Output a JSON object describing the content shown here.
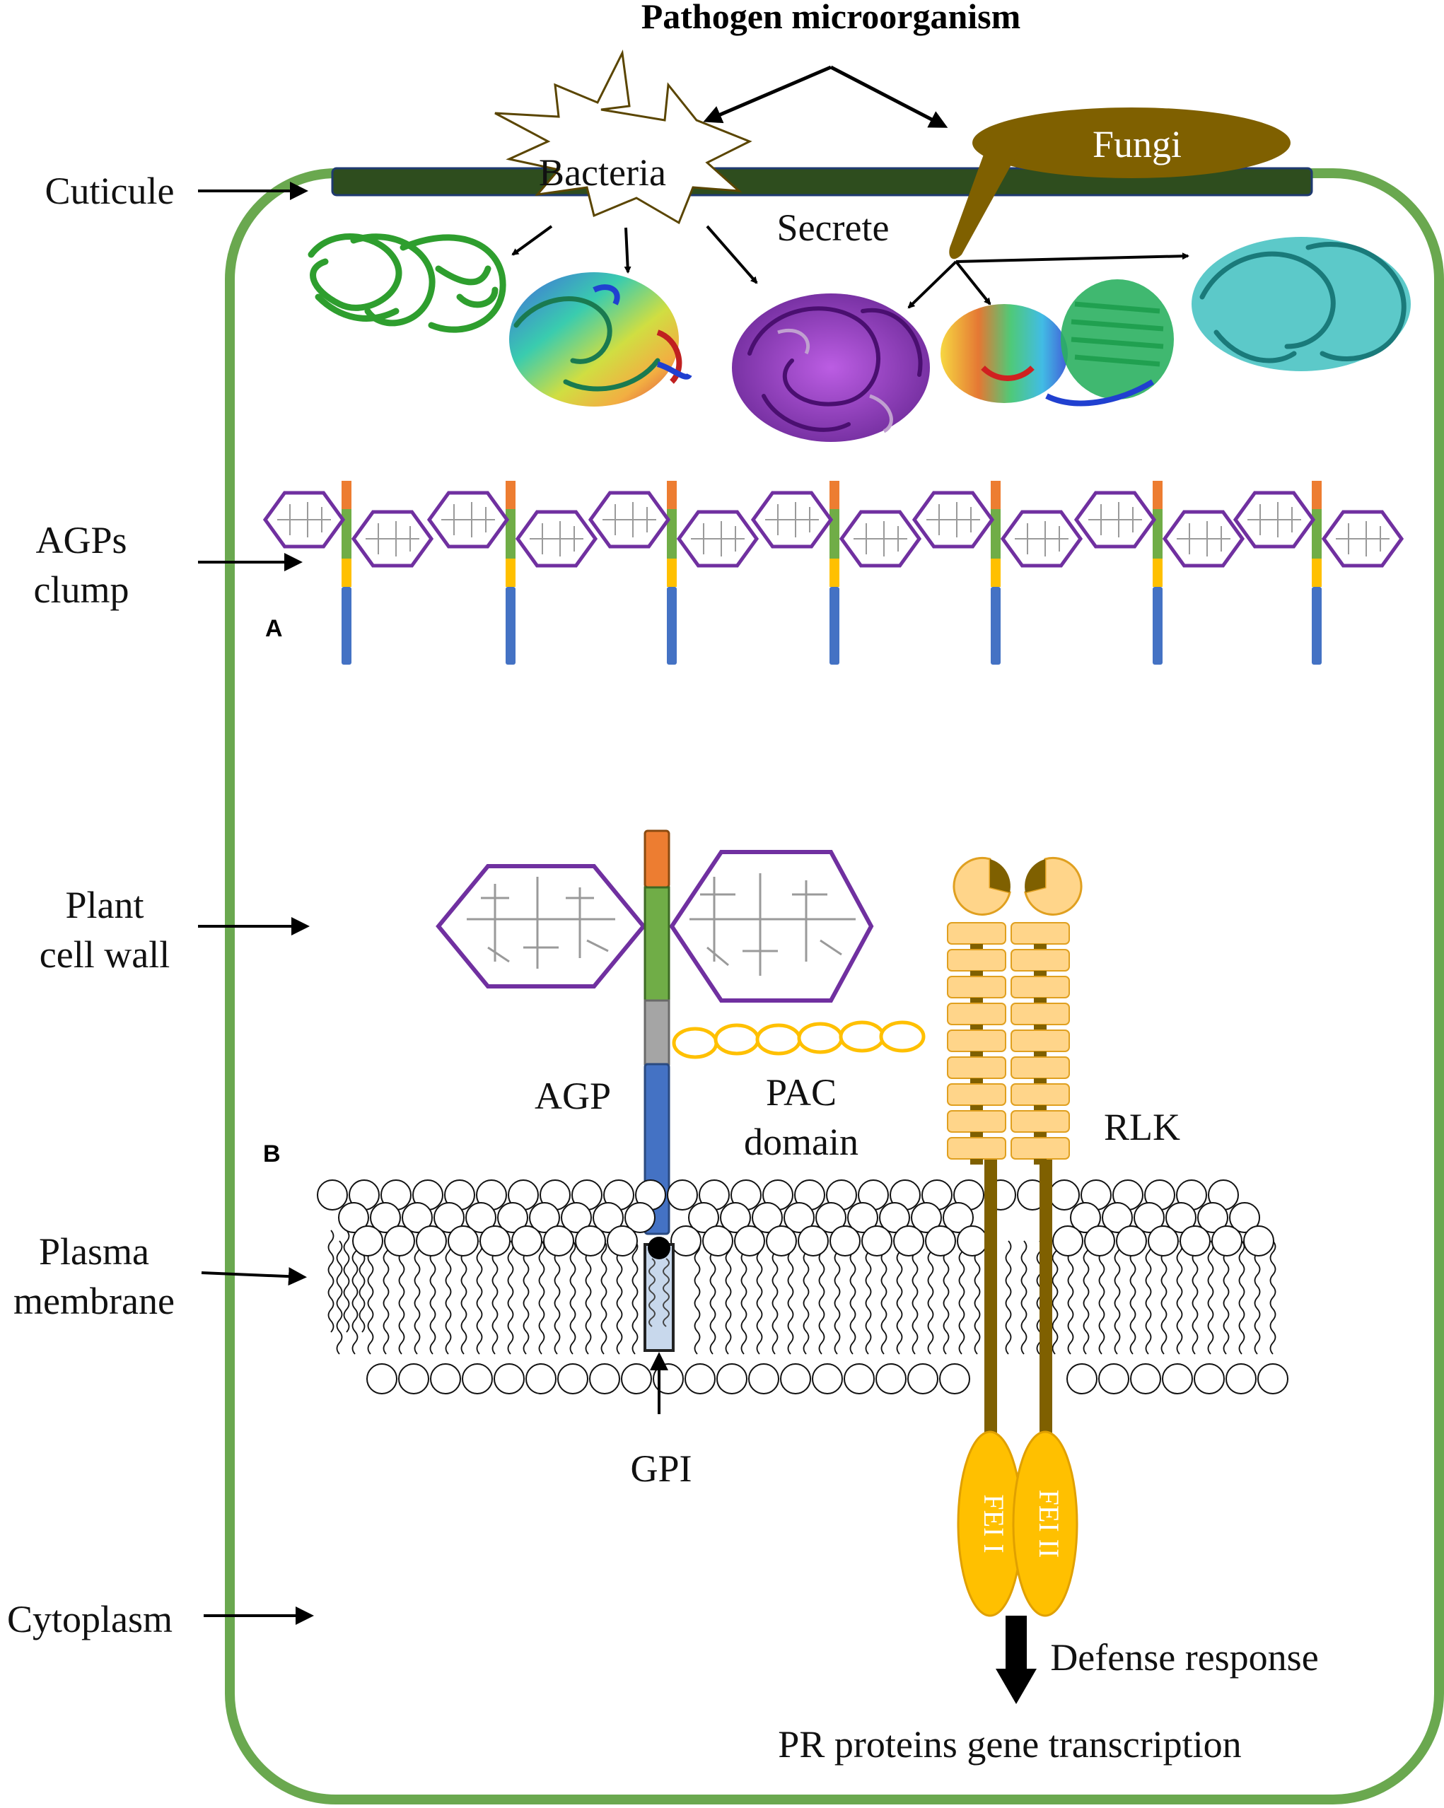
{
  "title": "Pathogen microorganism",
  "pathogens": {
    "bacteria": "Bacteria",
    "fungi": "Fungi",
    "secrete": "Secrete"
  },
  "left_labels": {
    "cuticle": "Cuticule",
    "agps_clump": [
      "AGPs",
      "clump"
    ],
    "plant_cell_wall": [
      "Plant",
      "cell wall"
    ],
    "plasma_membrane": [
      "Plasma",
      "membrane"
    ],
    "cytoplasm": "Cytoplasm"
  },
  "panels": {
    "a": "A",
    "b": "B"
  },
  "components": {
    "agp": "AGP",
    "pac_domain": [
      "PAC",
      "domain"
    ],
    "rlk": "RLK",
    "gpi": "GPI",
    "fei1": "FEI I",
    "fei2": "FEI II"
  },
  "outputs": {
    "defense": "Defense response",
    "pr": "PR proteins gene transcription"
  },
  "colors": {
    "cell_wall": "#6aa84f",
    "cuticle": "#2e4d1e",
    "fungi": "#7f6000",
    "agp_tip": "#ed7d31",
    "agp_green": "#70ad47",
    "agp_yellow": "#ffc000",
    "agp_blue": "#4472c4",
    "glycan_border": "#7030a0",
    "rlk_domain": "#ffd58a",
    "fei": "#ffc000"
  }
}
